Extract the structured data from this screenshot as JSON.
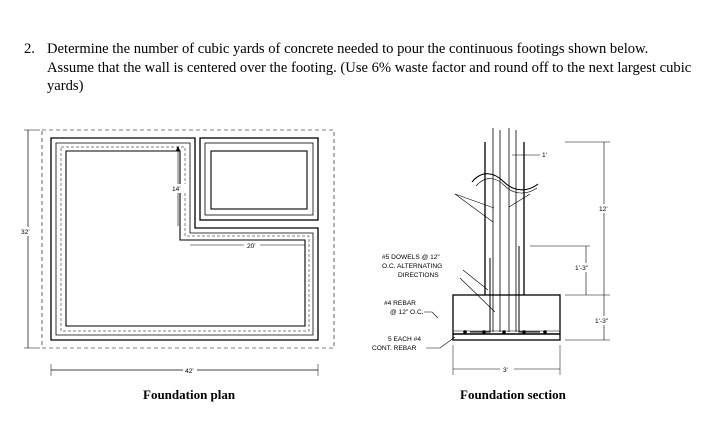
{
  "question": {
    "number": "2.",
    "line1": "Determine the number of cubic yards of concrete needed to pour the continuous footings shown below.",
    "line2": "Assume that the wall is centered over the footing. (Use 6% waste factor and round off to the next largest cubic",
    "line3": "yards)"
  },
  "plan": {
    "caption": "Foundation plan",
    "dim_height": "32'",
    "dim_width": "42'",
    "dim_inner_vertical": "14'",
    "dim_inner_horizontal": "20'"
  },
  "section": {
    "caption": "Foundation section",
    "dim_top": "1'",
    "dim_wall_height": "12'",
    "dim_dowel": "1'-3\"",
    "dim_footing_depth": "1'-3\"",
    "dim_footing_width": "3'",
    "note_dowels_1": "#5 DOWELS @ 12\"",
    "note_dowels_2": "O.C. ALTERNATING",
    "note_dowels_3": "DIRECTIONS",
    "note_rebar_1": "#4 REBAR",
    "note_rebar_2": "@ 12\" O.C.",
    "note_cont_1": "5 EACH #4",
    "note_cont_2": "CONT. REBAR"
  }
}
